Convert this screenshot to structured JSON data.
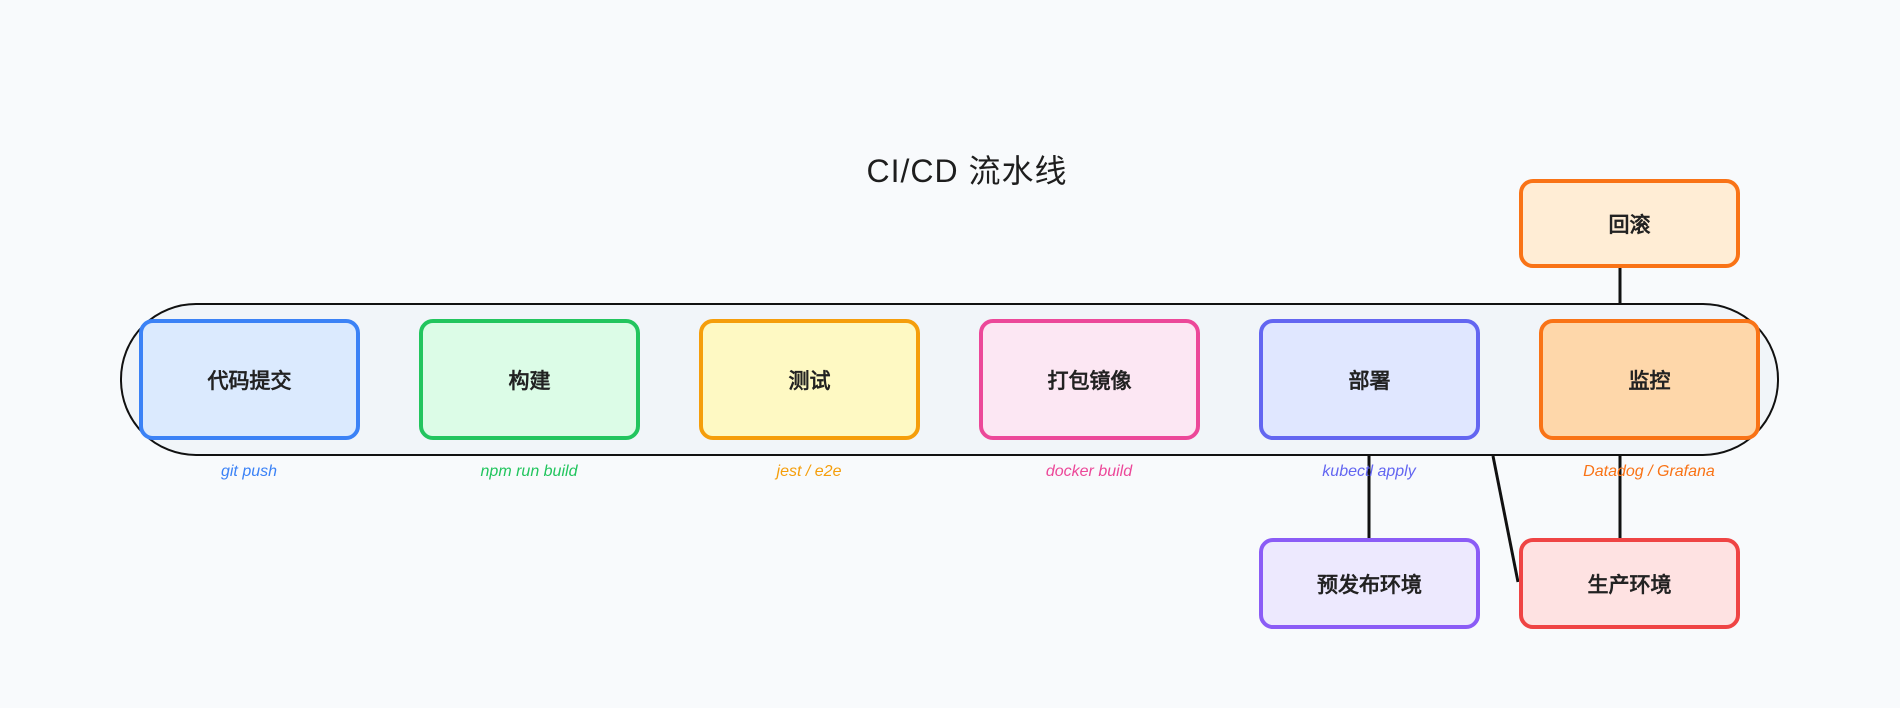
{
  "title": "CI/CD 流水线",
  "stages": [
    {
      "label": "代码提交",
      "sublabel": "git push",
      "color": "#3b82f6",
      "fill": "#dbeafe"
    },
    {
      "label": "构建",
      "sublabel": "npm run build",
      "color": "#22c55e",
      "fill": "#dcfce7"
    },
    {
      "label": "测试",
      "sublabel": "jest / e2e",
      "color": "#f59e0b",
      "fill": "#fef9c3"
    },
    {
      "label": "打包镜像",
      "sublabel": "docker build",
      "color": "#ec4899",
      "fill": "#fce7f3"
    },
    {
      "label": "部署",
      "sublabel": "kubectl apply",
      "color": "#6366f1",
      "fill": "#e0e7ff"
    },
    {
      "label": "监控",
      "sublabel": "Datadog / Grafana",
      "color": "#f97316",
      "fill": "#fed7aa"
    }
  ],
  "branches": {
    "rollback": {
      "label": "回滚",
      "color": "#f97316",
      "fill": "#ffedd5"
    },
    "staging": {
      "label": "预发布环境",
      "color": "#8b5cf6",
      "fill": "#ede9fe"
    },
    "production": {
      "label": "生产环境",
      "color": "#ef4444",
      "fill": "#fee2e2"
    }
  }
}
